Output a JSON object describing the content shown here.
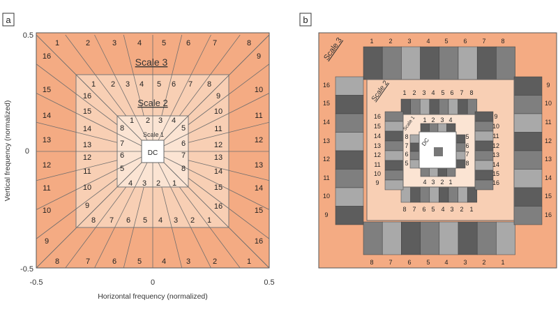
{
  "panel_a": {
    "label": "a",
    "x_axis_title": "Horizontal frequency (normalized)",
    "y_axis_title": "Vertical frequency (normalized)",
    "x_ticks": [
      "-0.5",
      "0",
      "0.5"
    ],
    "y_ticks": [
      "0.5",
      "0",
      "-0.5"
    ],
    "scale_labels": [
      "Scale 3",
      "Scale 2",
      "Scale 1"
    ],
    "dc_label": "DC",
    "scale1_numbers": [
      "1",
      "2",
      "3",
      "4",
      "5",
      "6",
      "7",
      "8"
    ],
    "scale2_numbers": [
      "1",
      "2",
      "3",
      "4",
      "5",
      "6",
      "7",
      "8",
      "9",
      "10",
      "11",
      "12",
      "13",
      "14",
      "15",
      "16"
    ],
    "scale3_numbers": [
      "1",
      "2",
      "3",
      "4",
      "5",
      "6",
      "7",
      "8",
      "9",
      "10",
      "11",
      "12",
      "13",
      "14",
      "15",
      "16"
    ],
    "colors": {
      "scale3": "#f4ab83",
      "scale2": "#f8cfb4",
      "scale1": "#fbe4d3",
      "dc": "#ffffff",
      "lines": "#6e6e6e"
    }
  },
  "panel_b": {
    "label": "b",
    "scale_labels": [
      "Scale 3",
      "Scale 2",
      "Scale 1"
    ],
    "dc_label": "DC",
    "scale1_numbers": [
      "1",
      "2",
      "3",
      "4",
      "5",
      "6",
      "7",
      "8"
    ],
    "scale2_numbers": [
      "1",
      "2",
      "3",
      "4",
      "5",
      "6",
      "7",
      "8",
      "9",
      "10",
      "11",
      "12",
      "13",
      "14",
      "15",
      "16"
    ],
    "scale3_numbers": [
      "1",
      "2",
      "3",
      "4",
      "5",
      "6",
      "7",
      "8",
      "9",
      "10",
      "11",
      "12",
      "13",
      "14",
      "15",
      "16"
    ],
    "colors": {
      "scale3": "#f4ab83",
      "scale2": "#f8cfb4",
      "scale1": "#fbe4d3",
      "dc": "#ffffff",
      "tile_dark": "#5d5d5d",
      "tile_light": "#a9a9a9"
    }
  }
}
